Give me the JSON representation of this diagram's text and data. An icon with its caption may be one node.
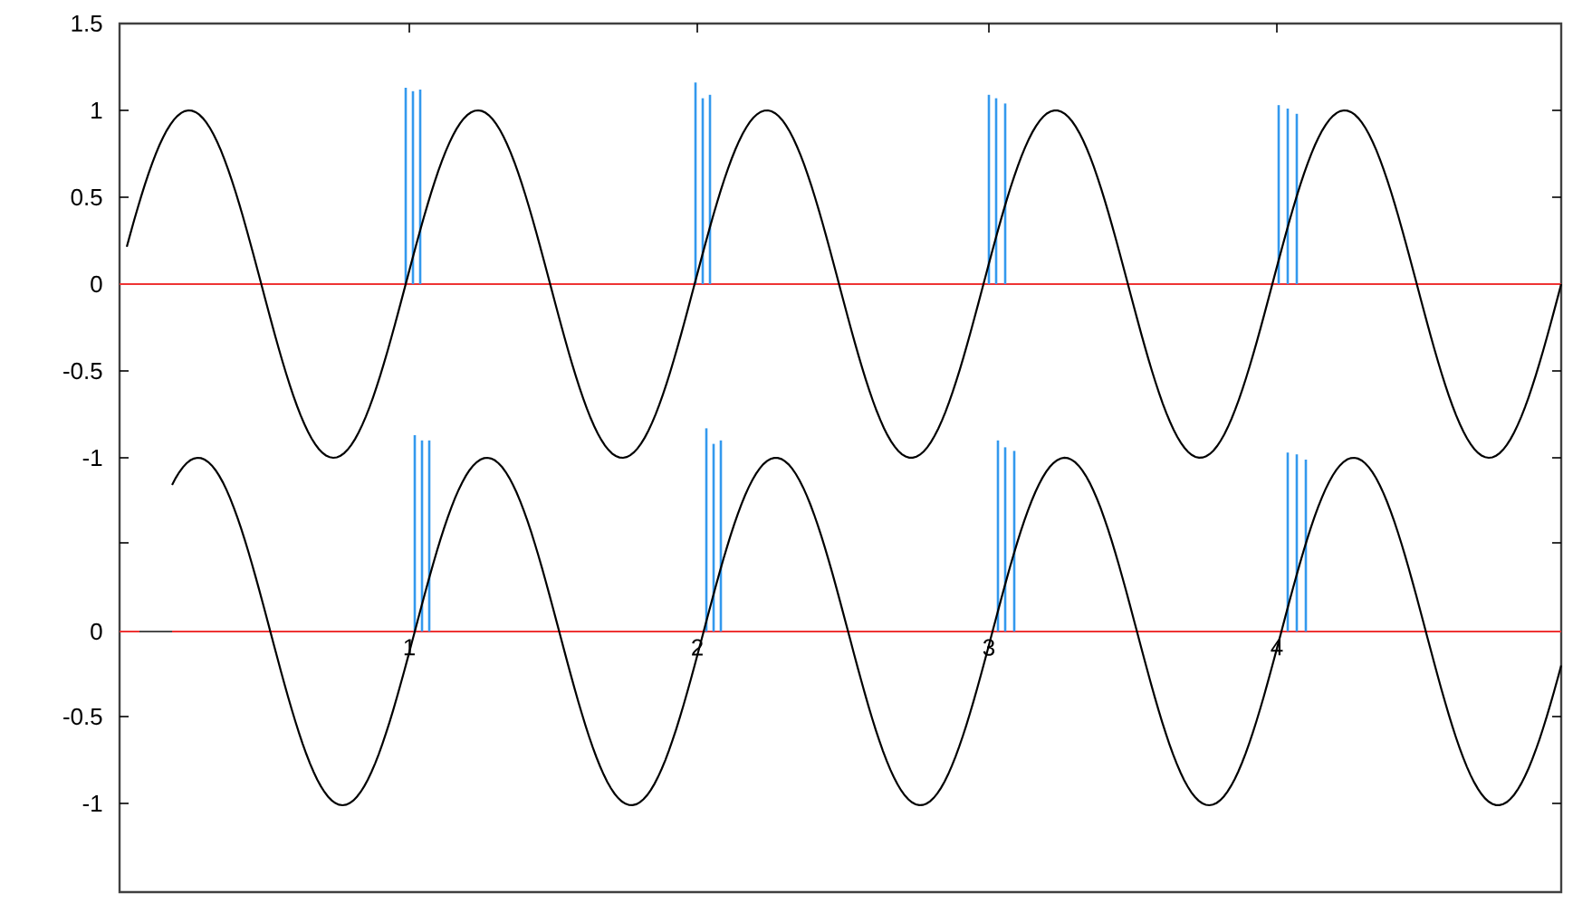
{
  "diagram": {
    "labels": [
      "1.5",
      "1",
      "0.5",
      "0",
      "-0.5",
      "-1",
      "0",
      "-0.5",
      "-1",
      "1",
      "2",
      "3",
      "4"
    ]
  }
}
